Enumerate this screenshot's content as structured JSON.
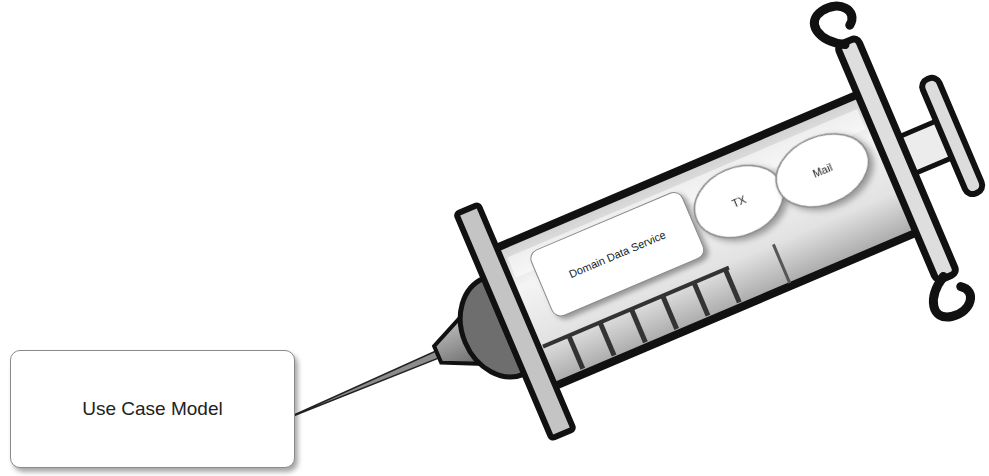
{
  "diagram": {
    "nodes": [
      {
        "text": [
          "Domain Data Service"
        ]
      },
      {
        "text": [
          "TX"
        ]
      },
      {
        "text": [
          "Mail"
        ]
      },
      {
        "text": [
          "Use Case Model"
        ]
      }
    ]
  }
}
